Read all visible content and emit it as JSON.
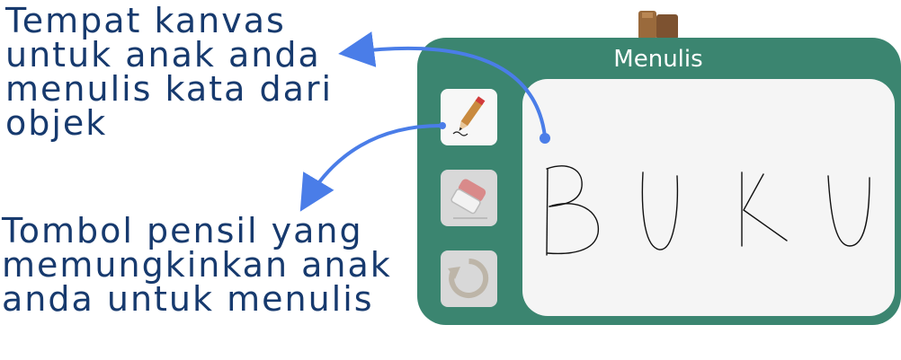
{
  "callouts": {
    "canvas_text": "Tempat kanvas\nuntuk anak anda\nmenulis kata dari\nobjek",
    "pencil_text": "Tombol pensil yang\nmemungkinkan anak\nanda untuk menulis"
  },
  "panel": {
    "title": "Menulis"
  },
  "tools": {
    "pencil": "pencil-icon",
    "eraser": "eraser-icon",
    "reset": "reset-icon"
  },
  "colors": {
    "panel": "#3b8570",
    "canvas": "#f5f5f5",
    "callout_text": "#173a6e",
    "arrow": "#4a7de8"
  }
}
